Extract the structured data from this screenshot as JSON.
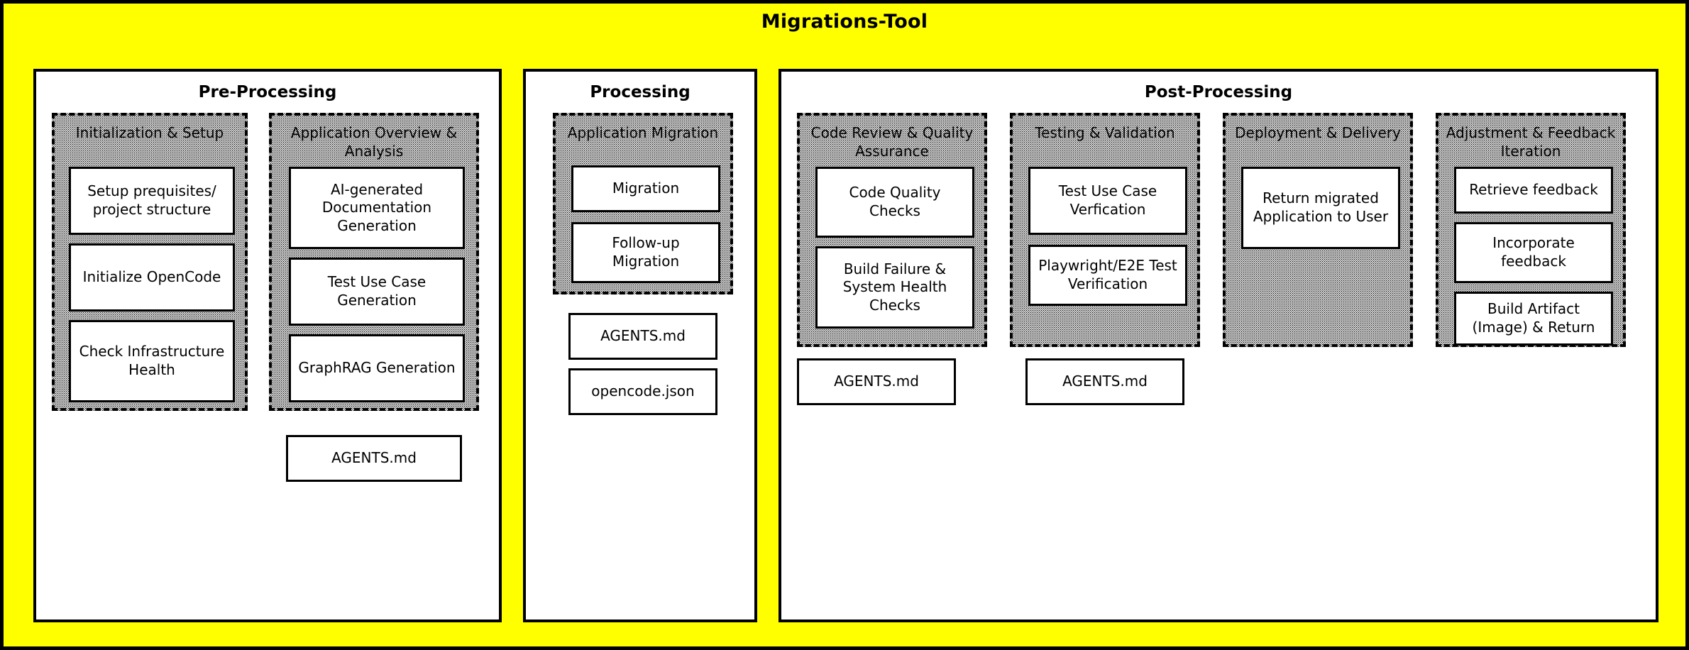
{
  "diagram": {
    "title": "Migrations-Tool",
    "background_color": "#ffff00",
    "border_color": "#000000",
    "group_fill_color": "#d2d2d2",
    "panel_fill_color": "#ffffff"
  },
  "phases": {
    "pre": {
      "title": "Pre-Processing",
      "groups": {
        "initialization": {
          "title": "Initialization &\nSetup",
          "nodes": [
            "Setup prequisites/\nproject structure",
            "Initialize\nOpenCode",
            "Check\nInfrastructure\nHealth"
          ]
        },
        "application_overview": {
          "title": "Application\nOverview & Analysis",
          "nodes": [
            "AI-generated\nDocumentation\nGeneration",
            "Test Use Case\nGeneration",
            "GraphRAG\nGeneration"
          ]
        }
      },
      "files": [
        "AGENTS.md"
      ]
    },
    "processing": {
      "title": "Processing",
      "groups": {
        "application_migration": {
          "title": "Application\nMigration",
          "nodes": [
            "Migration",
            "Follow-up\nMigration"
          ]
        }
      },
      "files": [
        "AGENTS.md",
        "opencode.json"
      ]
    },
    "post": {
      "title": "Post-Processing",
      "groups": {
        "code_review": {
          "title": "Code Review &\nQuality Assurance",
          "nodes": [
            "Code Quality\nChecks",
            "Build Failure &\nSystem Health\nChecks"
          ]
        },
        "testing": {
          "title": "Testing & Validation",
          "nodes": [
            "Test Use Case\nVerfication",
            "Playwright/E2E\nTest Verification"
          ]
        },
        "deployment": {
          "title": "Deployment &\nDelivery",
          "nodes": [
            "Return migrated\nApplication to\nUser"
          ]
        },
        "adjustment": {
          "title": "Adjustment &\nFeedback Iteration",
          "nodes": [
            "Retrieve feedback",
            "Incorporate\nfeedback",
            "Build Artifact\n(Image) & Return"
          ]
        }
      },
      "files": [
        "AGENTS.md",
        "AGENTS.md"
      ]
    }
  }
}
